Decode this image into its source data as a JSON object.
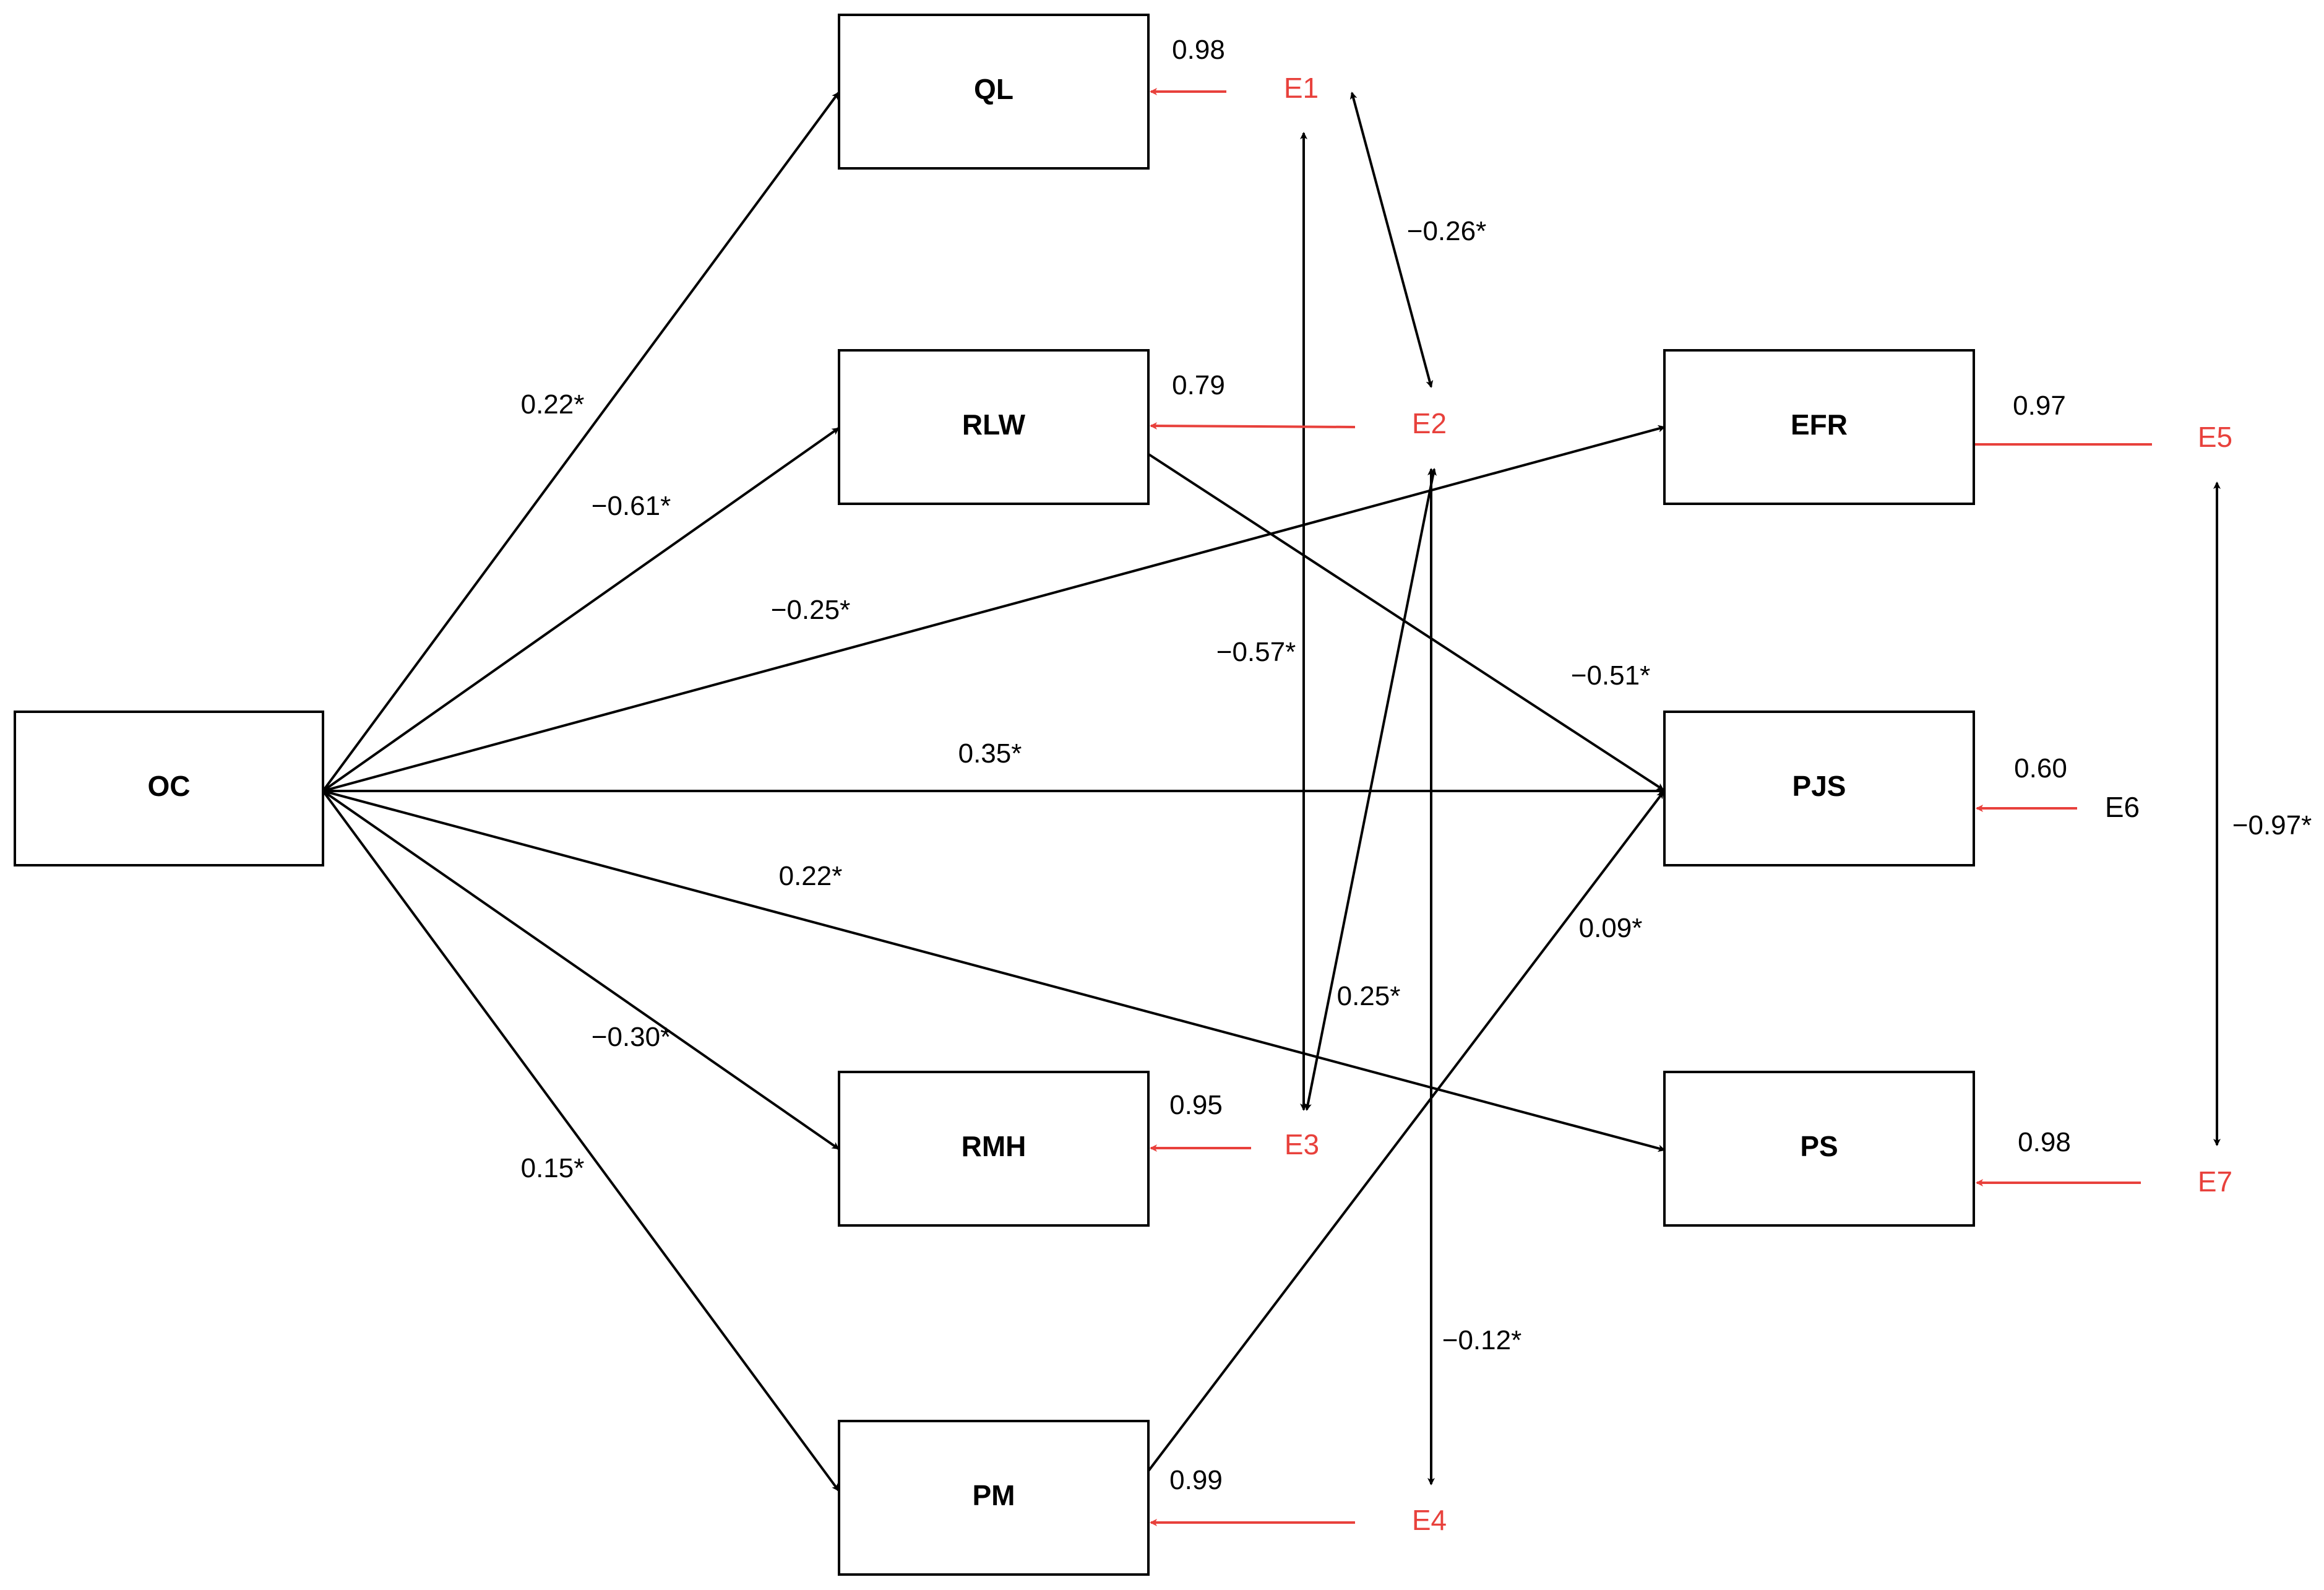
{
  "colors": {
    "ink": "#000000",
    "error_red": "#e8413c",
    "background": "#ffffff"
  },
  "nodes": {
    "oc": "OC",
    "ql": "QL",
    "rlw": "RLW",
    "rmh": "RMH",
    "pm": "PM",
    "efr": "EFR",
    "pjs": "PJS",
    "ps": "PS"
  },
  "errors": {
    "e1": "E1",
    "e2": "E2",
    "e3": "E3",
    "e4": "E4",
    "e5": "E5",
    "e6": "E6",
    "e7": "E7"
  },
  "path_coefficients": {
    "oc_ql": "0.22*",
    "oc_rlw": "−0.61*",
    "oc_efr": "−0.25*",
    "oc_pjs": "0.35*",
    "oc_ps": "0.22*",
    "oc_rmh": "−0.30*",
    "oc_pm": "0.15*",
    "rlw_pjs": "−0.51*",
    "pm_pjs": "0.09*"
  },
  "error_loadings": {
    "e1_ql": "0.98",
    "e2_rlw": "0.79",
    "e3_rmh": "0.95",
    "e4_pm": "0.99",
    "e5_efr": "0.97",
    "e6_pjs": "0.60",
    "e7_ps": "0.98"
  },
  "covariances": {
    "e1_e2": "−0.26*",
    "e1_e3": "−0.57*",
    "e2_e3": "0.25*",
    "e2_e4": "−0.12*",
    "e5_e7": "−0.97*"
  }
}
